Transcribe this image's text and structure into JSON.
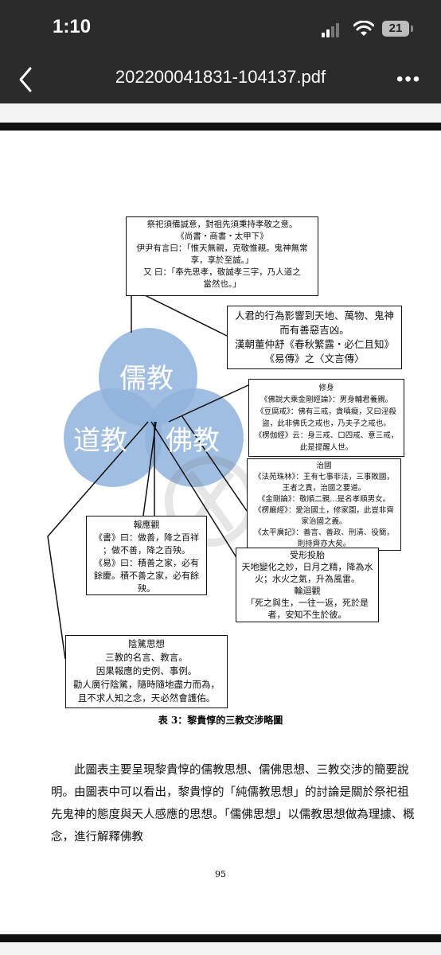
{
  "status": {
    "time": "1:10",
    "battery": "21"
  },
  "nav": {
    "title": "202200041831-104137.pdf",
    "more": "•••"
  },
  "diagram": {
    "circles": {
      "top": "儒教",
      "left": "道教",
      "right": "佛教"
    },
    "box_top": [
      "祭祀須備誠意，對祖先須秉持孝敬之意。",
      "《尚書‧商書‧太甲下》",
      "伊尹有言曰：「惟天無親，克敬惟親。鬼神無常",
      "享，享於至誠。」",
      "又 曰：「奉先思孝，敬誠孝三字，乃人道之",
      "當然也。」"
    ],
    "box_ruler": [
      "人君的行為影響到天地、萬物、鬼神",
      "而有善惡吉凶。",
      "漢朝董仲舒《春秋繁露‧必仁且知》",
      "《易傳》之〈文言傳〉"
    ],
    "box_xiushen": [
      "修身",
      "《佛說大乘金剛經論》：男身輔君養親。",
      "《豆腐戒》：佛有三戒，貪嗔癡，又曰淫殺",
      "盜，此非佛氏之戒也，乃夫子之戒也。",
      "《楞伽經》云：身三戒、口四戒、意三戒，",
      "此是提醒人世。"
    ],
    "box_zhiguo": [
      "治國",
      "《法苑珠林》：王有七事非法，三事敗國，",
      "王者之責，治國之要道。",
      "《金剛論》：敬順二親…是名孝順男女。",
      "《楞嚴經》：愛治國土，修家園，此豈非齊",
      "家治國之義。",
      "《太平廣記》：善言、善政、刑清、役簡，",
      "則持齊亦大矣。"
    ],
    "box_baoying": [
      "報應觀",
      "《書》曰：做善，降之百祥",
      "；做不善，降之百殃。",
      "《易》曰：積善之家，必有",
      "餘慶。積不善之家，必有餘",
      "殃。"
    ],
    "box_shouxing": [
      "受形投胎",
      "天地變化之妙，日月之精，降為水",
      "火；水火之氣，升為風雷。",
      "輪迴觀",
      "「死之與生，一往一返，死於是",
      "者，安知不生於彼。"
    ],
    "box_yinzhi": [
      "陰騭思想",
      "三教的名言、教言。",
      "因果報應的史例、事例。",
      "勸人廣行陰騭，隨時隨地盡力而為，",
      "且不求人知之念，天必然會護佑。"
    ]
  },
  "caption": "表 3：黎貴惇的三教交涉略圖",
  "paragraph": "此圖表主要呈現黎貴惇的儒教思想、儒佛思想、三教交涉的簡要說明。由圖表中可以看出，黎貴惇的「純儒教思想」的討論是關於祭祀祖先鬼神的態度與天人感應的思想。「儒佛思想」以儒教思想做為理據、概念，進行解釋佛教",
  "page_number": "95",
  "colors": {
    "circle": "#8fb3dc",
    "bar": "#2b2b2b"
  }
}
